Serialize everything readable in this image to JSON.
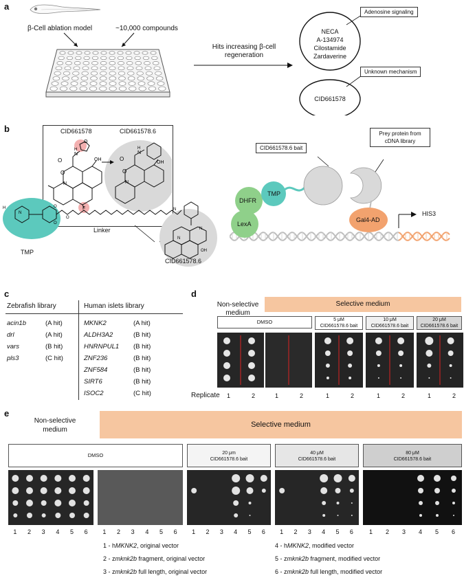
{
  "panel_a": {
    "label": "a",
    "model": "β-Cell ablation model",
    "compounds": "~10,000 compounds",
    "arrow_text": "Hits increasing β-cell regeneration",
    "group1_label": "Adenosine signaling",
    "group1_hits": [
      "NECA",
      "A-134974",
      "Cilostamide",
      "Zardaverine"
    ],
    "group2_label": "Unknown mechanism",
    "group2_hits": [
      "CID661578"
    ]
  },
  "panel_b": {
    "label": "b",
    "cmpd_parent": "CID661578",
    "cmpd_derivative": "CID661578.6",
    "tmp": "TMP",
    "linker": "Linker",
    "bait_molecule": "CID661578.6",
    "bait_label": "CID661578.6 bait",
    "prey_label": "Prey protein from cDNA library",
    "dhfr": "DHFR",
    "tmp_small": "TMP",
    "lexa": "LexA",
    "gal4": "Gal4-AD",
    "reporter": "HIS3",
    "atom_o": "O",
    "atom_n": "N",
    "atom_h": "H",
    "atom_oh": "OH",
    "atom_f": "F"
  },
  "panel_c": {
    "label": "c",
    "zf_header": "Zebrafish library",
    "hu_header": "Human islets library",
    "zebrafish": [
      {
        "gene": "acin1b",
        "hit": "(A hit)"
      },
      {
        "gene": "drl",
        "hit": "(A hit)"
      },
      {
        "gene": "vars",
        "hit": "(B hit)"
      },
      {
        "gene": "pls3",
        "hit": "(C hit)"
      }
    ],
    "human": [
      {
        "gene": "MKNK2",
        "hit": "(A hit)"
      },
      {
        "gene": "ALDH3A2",
        "hit": "(B hit)"
      },
      {
        "gene": "HNRNPUL1",
        "hit": "(B hit)"
      },
      {
        "gene": "ZNF236",
        "hit": "(B hit)"
      },
      {
        "gene": "ZNF584",
        "hit": "(B hit)"
      },
      {
        "gene": "SIRT6",
        "hit": "(B hit)"
      },
      {
        "gene": "ISOC2",
        "hit": "(C hit)"
      }
    ]
  },
  "panel_d": {
    "label": "d",
    "nonselective": "Non-selective medium",
    "selective": "Selective medium",
    "dmso": "DMSO",
    "conds": [
      {
        "conc": "5 μM",
        "bait": "CID661578.6 bait"
      },
      {
        "conc": "10 μM",
        "bait": "CID661578.6 bait"
      },
      {
        "conc": "20 μM",
        "bait": "CID661578.6 bait"
      }
    ],
    "replicate": "Replicate",
    "reps": [
      "1",
      "2",
      "1",
      "2",
      "1",
      "2",
      "1",
      "2",
      "1",
      "2"
    ]
  },
  "panel_e": {
    "label": "e",
    "nonselective": "Non-selective medium",
    "selective": "Selective medium",
    "dmso": "DMSO",
    "conds": [
      {
        "conc": "20 μm",
        "bait": "CID661578.6 bait"
      },
      {
        "conc": "40 μM",
        "bait": "CID661578.6 bait"
      },
      {
        "conc": "80 μM",
        "bait": "CID661578.6 bait"
      }
    ],
    "cols": [
      "1",
      "2",
      "3",
      "4",
      "5",
      "6"
    ],
    "legend": [
      {
        "num": "1 - h",
        "gene": "MKNK2",
        "rest": ", original vector"
      },
      {
        "num": "2 - z",
        "gene": "mknk2b",
        "rest": " fragment, original vector"
      },
      {
        "num": "3 - z",
        "gene": "mknk2b",
        "rest": " full length, original vector"
      },
      {
        "num": "4 - h",
        "gene": "MKNK2",
        "rest": ", modified vector"
      },
      {
        "num": "5 - z",
        "gene": "mknk2b",
        "rest": " fragment, modified vector"
      },
      {
        "num": "6 - z",
        "gene": "mknk2b",
        "rest": " full length, modified vector"
      }
    ]
  },
  "colors": {
    "teal": "#5cc9bd",
    "green": "#8fd08a",
    "orange": "#f2a26e",
    "salmon": "#f6c6a0",
    "gray": "#d9d9d9",
    "pink": "#f3b0b0"
  }
}
